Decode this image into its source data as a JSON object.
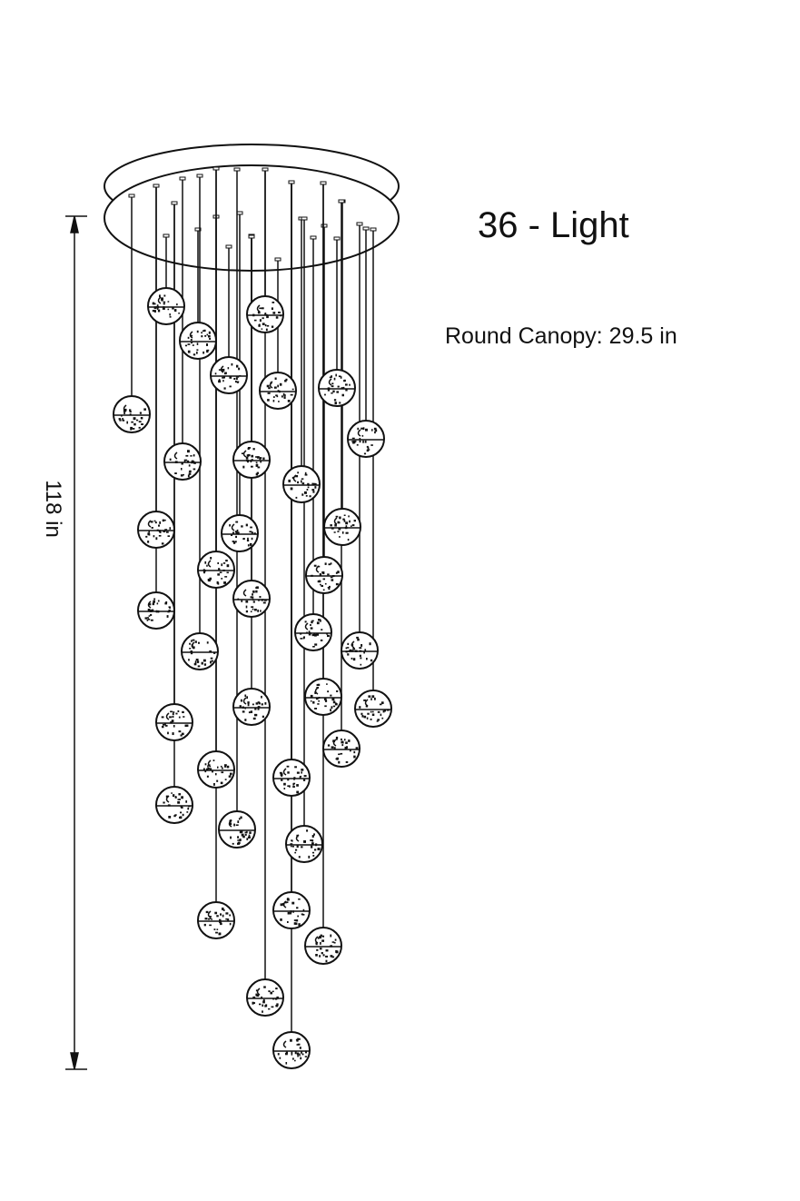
{
  "title": "36 - Light",
  "canopy_label": "Round Canopy: 29.5 in",
  "height_label": "118 in",
  "light_count": 36,
  "colors": {
    "line": "#111111",
    "background": "#ffffff"
  }
}
